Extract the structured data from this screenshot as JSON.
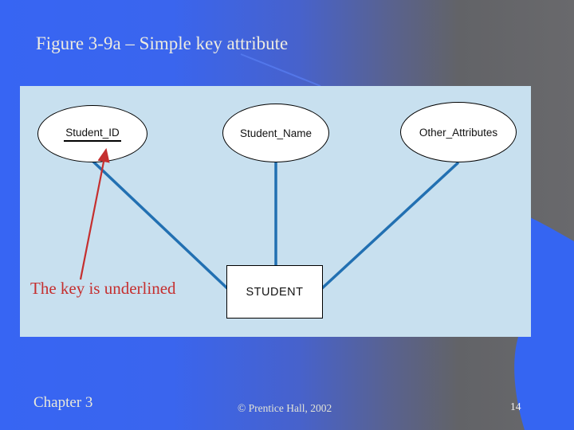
{
  "slide": {
    "title": "Figure 3-9a – Simple key attribute",
    "annotation": "The key is underlined",
    "footer": {
      "chapter": "Chapter 3",
      "copyright": "© Prentice Hall, 2002",
      "page_number": "14"
    }
  },
  "diagram": {
    "attributes": [
      {
        "label": "Student_ID",
        "underlined": true
      },
      {
        "label": "Student_Name",
        "underlined": false
      },
      {
        "label": "Other_Attributes",
        "underlined": false
      }
    ],
    "entity": {
      "label": "STUDENT"
    }
  },
  "colors": {
    "slide_blue": "#3765F3",
    "slide_gray": "#69696C",
    "panel_blue": "#C8E0EF",
    "connector_blue": "#2270B2",
    "annotation_red": "#C52F2F",
    "pale_text": "#EDEBE0"
  }
}
